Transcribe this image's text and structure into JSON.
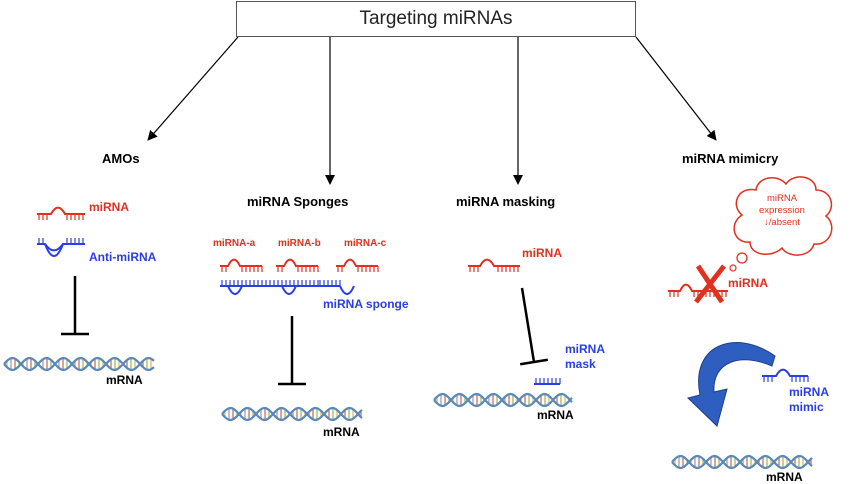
{
  "title": "Targeting miRNAs",
  "columns": {
    "amos": {
      "heading": "AMOs",
      "mirna": "miRNA",
      "anti": "Anti-miRNA",
      "mrna": "mRNA"
    },
    "sponges": {
      "heading": "miRNA Sponges",
      "a": "miRNA-a",
      "b": "miRNA-b",
      "c": "miRNA-c",
      "sponge": "miRNA sponge",
      "mrna": "mRNA"
    },
    "masking": {
      "heading": "miRNA masking",
      "mirna": "miRNA",
      "mask": "miRNA\nmask",
      "mrna": "mRNA"
    },
    "mimicry": {
      "heading": "miRNA mimicry",
      "cloud": "miRNA\nexpression\n↓/absent",
      "mirna": "miRNA",
      "mimic": "miRNA\nmimic",
      "mrna": "mRNA"
    }
  },
  "colors": {
    "mirna": "#e03020",
    "anti": "#2a3ee6",
    "arrow": "#2e5fc0"
  }
}
